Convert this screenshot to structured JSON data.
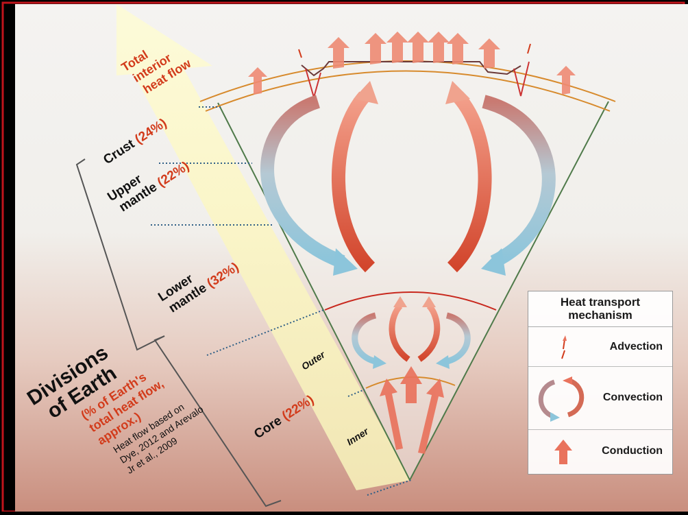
{
  "yellow_arrow": {
    "line1": "Total",
    "line2": "interior",
    "line3": "heat flow"
  },
  "layers": {
    "crust": {
      "name": "Crust",
      "pct": "(24%)"
    },
    "upper_mantle": {
      "name1": "Upper",
      "name2": "mantle",
      "pct": "(22%)"
    },
    "lower_mantle": {
      "name1": "Lower",
      "name2": "mantle",
      "pct": "(32%)"
    },
    "core": {
      "name": "Core",
      "pct": "(22%)",
      "outer": "Outer",
      "inner": "Inner"
    }
  },
  "divisions": {
    "title1": "Divisions",
    "title2": "of Earth",
    "sub1": "(% of Earth's",
    "sub2": "total heat flow,",
    "sub3": "approx.)",
    "credit1": "Heat flow based on",
    "credit2": "Dye, 2012 and Arevalo",
    "credit3": "Jr et al., 2009"
  },
  "legend": {
    "title1": "Heat transport",
    "title2": "mechanism",
    "items": [
      "Advection",
      "Convection",
      "Conduction"
    ]
  },
  "colors": {
    "border": "#c0141b",
    "hot_arrow": "#e9735d",
    "cold_arrow": "#8fc3d8",
    "label_red": "#d23b1b",
    "crust_line": "#d78a2c"
  }
}
